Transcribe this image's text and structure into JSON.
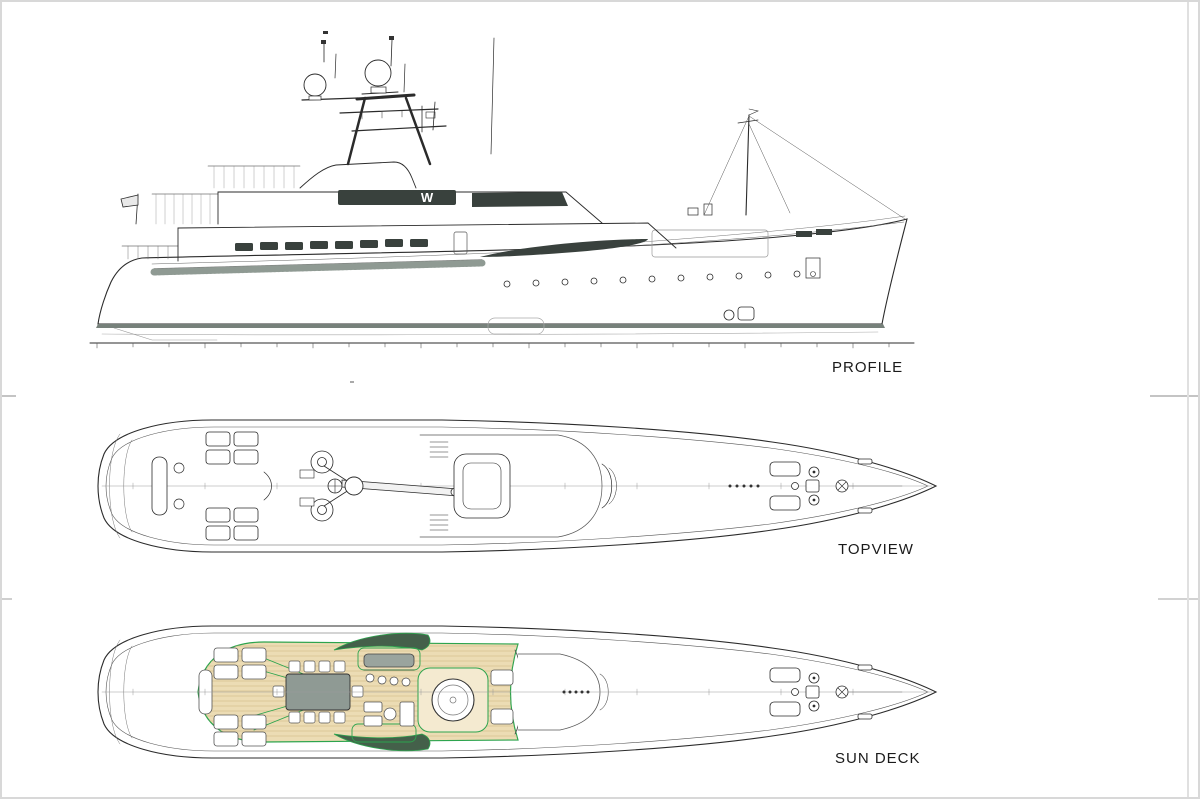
{
  "sheet": {
    "views": [
      {
        "id": "profile",
        "label": "PROFILE"
      },
      {
        "id": "topview",
        "label": "TOPVIEW"
      },
      {
        "id": "sundeck",
        "label": "SUN DECK"
      }
    ],
    "hull_logo": "W"
  },
  "colors": {
    "ink": "#2b2b2b",
    "secondary_line": "#777777",
    "window_fill": "#39413d",
    "superstructure_gray": "#8f9a93",
    "teak": "#ecdcb4",
    "plank": "#cdb57e",
    "green": "#2da44e",
    "paper": "#ffffff",
    "border": "#d8d8d8"
  }
}
